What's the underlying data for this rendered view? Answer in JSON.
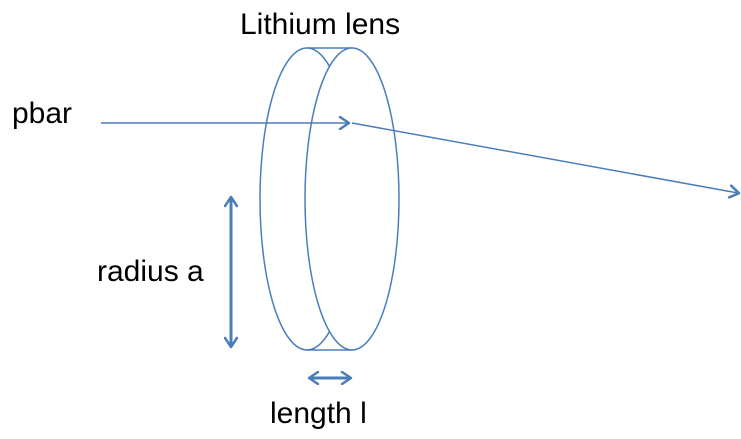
{
  "diagram": {
    "title": "Lithium lens",
    "beam_label": "pbar",
    "radius_label": "radius a",
    "length_label": "length l"
  },
  "colors": {
    "stroke": "#4a7ebb",
    "text": "#000000",
    "background": "#ffffff"
  }
}
